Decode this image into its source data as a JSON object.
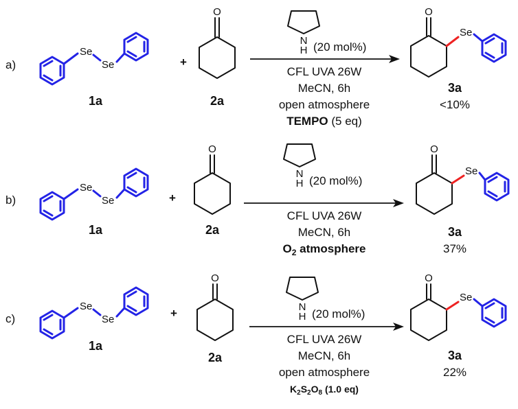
{
  "diagram": {
    "rows": [
      {
        "label": "a)",
        "reactant_1": "1a",
        "plus": "+",
        "reactant_2": "2a",
        "catalyst_loading": "(20 mol%)",
        "conditions": [
          "CFL UVA 26W",
          "MeCN, 6h",
          "open atmosphere"
        ],
        "additive_bold": "TEMPO",
        "additive_rest": " (5 eq)",
        "product": "3a",
        "yield": "<10%"
      },
      {
        "label": "b)",
        "reactant_1": "1a",
        "plus": "+",
        "reactant_2": "2a",
        "catalyst_loading": "(20 mol%)",
        "conditions": [
          "CFL UVA 26W",
          "MeCN, 6h"
        ],
        "atmosphere_prefix": "O",
        "atmosphere_sub": "2",
        "atmosphere_suffix": " atmosphere",
        "product": "3a",
        "yield": "37%"
      },
      {
        "label": "c)",
        "reactant_1": "1a",
        "plus": "+",
        "reactant_2": "2a",
        "catalyst_loading": "(20 mol%)",
        "conditions": [
          "CFL UVA 26W",
          "MeCN, 6h",
          "open atmosphere"
        ],
        "oxidant": [
          "K",
          "2",
          "S",
          "2",
          "O",
          "8",
          " (1.0 eq)"
        ],
        "product": "3a",
        "yield": "22%"
      }
    ],
    "atoms": {
      "selenium": "Se",
      "oxygen": "O",
      "nitrogen": "N",
      "hydrogen": "H"
    }
  }
}
